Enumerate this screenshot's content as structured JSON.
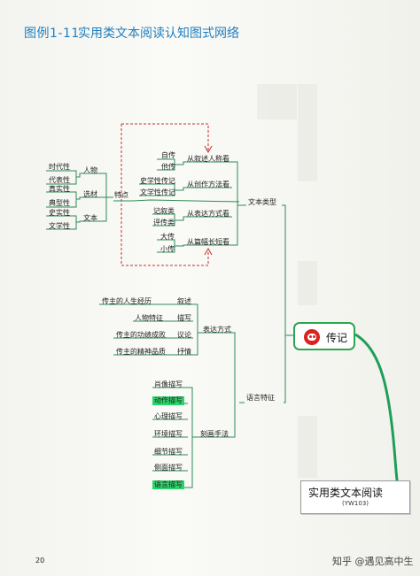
{
  "title": {
    "number": "图例1-11",
    "text": "实用类文本阅读认知图式网络"
  },
  "center": {
    "label": "传记",
    "icon": "mask-face-icon"
  },
  "book": {
    "title": "实用类文本阅读",
    "code": "(YW103)"
  },
  "page_number": "20",
  "watermark": "知乎 @遇见高中生",
  "colors": {
    "title": "#1f7fc0",
    "line": "#2e8b57",
    "highlight": "#2bd46a",
    "dashed": "#c9302c",
    "icon": "#d8231e"
  },
  "features": {
    "root": "特点",
    "groups": [
      {
        "label": "人物",
        "items": [
          "时代性",
          "代表性"
        ]
      },
      {
        "label": "选材",
        "items": [
          "真实性",
          "典型性"
        ]
      },
      {
        "label": "文本",
        "items": [
          "史实性",
          "文学性"
        ]
      }
    ]
  },
  "text_types": {
    "root": "文本类型",
    "groups": [
      {
        "label": "从叙述人称看",
        "items": [
          "自传",
          "他传"
        ]
      },
      {
        "label": "从创作方法看",
        "items": [
          "史学性传记",
          "文学性传记"
        ]
      },
      {
        "label": "从表达方式看",
        "items": [
          "记叙类",
          "评传类"
        ]
      },
      {
        "label": "从篇幅长短看",
        "items": [
          "大传",
          "小传"
        ]
      }
    ]
  },
  "language": {
    "root": "语言特征",
    "expression": {
      "label": "表达方式",
      "items": [
        {
          "left": "传主的人生经历",
          "right": "叙述"
        },
        {
          "left": "人物特征",
          "right": "描写"
        },
        {
          "left": "传主的功绩成败",
          "right": "议论"
        },
        {
          "left": "传主的精神品质",
          "right": "抒情"
        }
      ]
    },
    "rhetoric": {
      "label": "刻画手法",
      "items": [
        {
          "text": "肖像描写",
          "highlight": false
        },
        {
          "text": "动作描写",
          "highlight": true
        },
        {
          "text": "心理描写",
          "highlight": false
        },
        {
          "text": "环境描写",
          "highlight": false
        },
        {
          "text": "细节描写",
          "highlight": false
        },
        {
          "text": "侧面描写",
          "highlight": false
        },
        {
          "text": "语言描写",
          "highlight": true
        }
      ]
    }
  }
}
